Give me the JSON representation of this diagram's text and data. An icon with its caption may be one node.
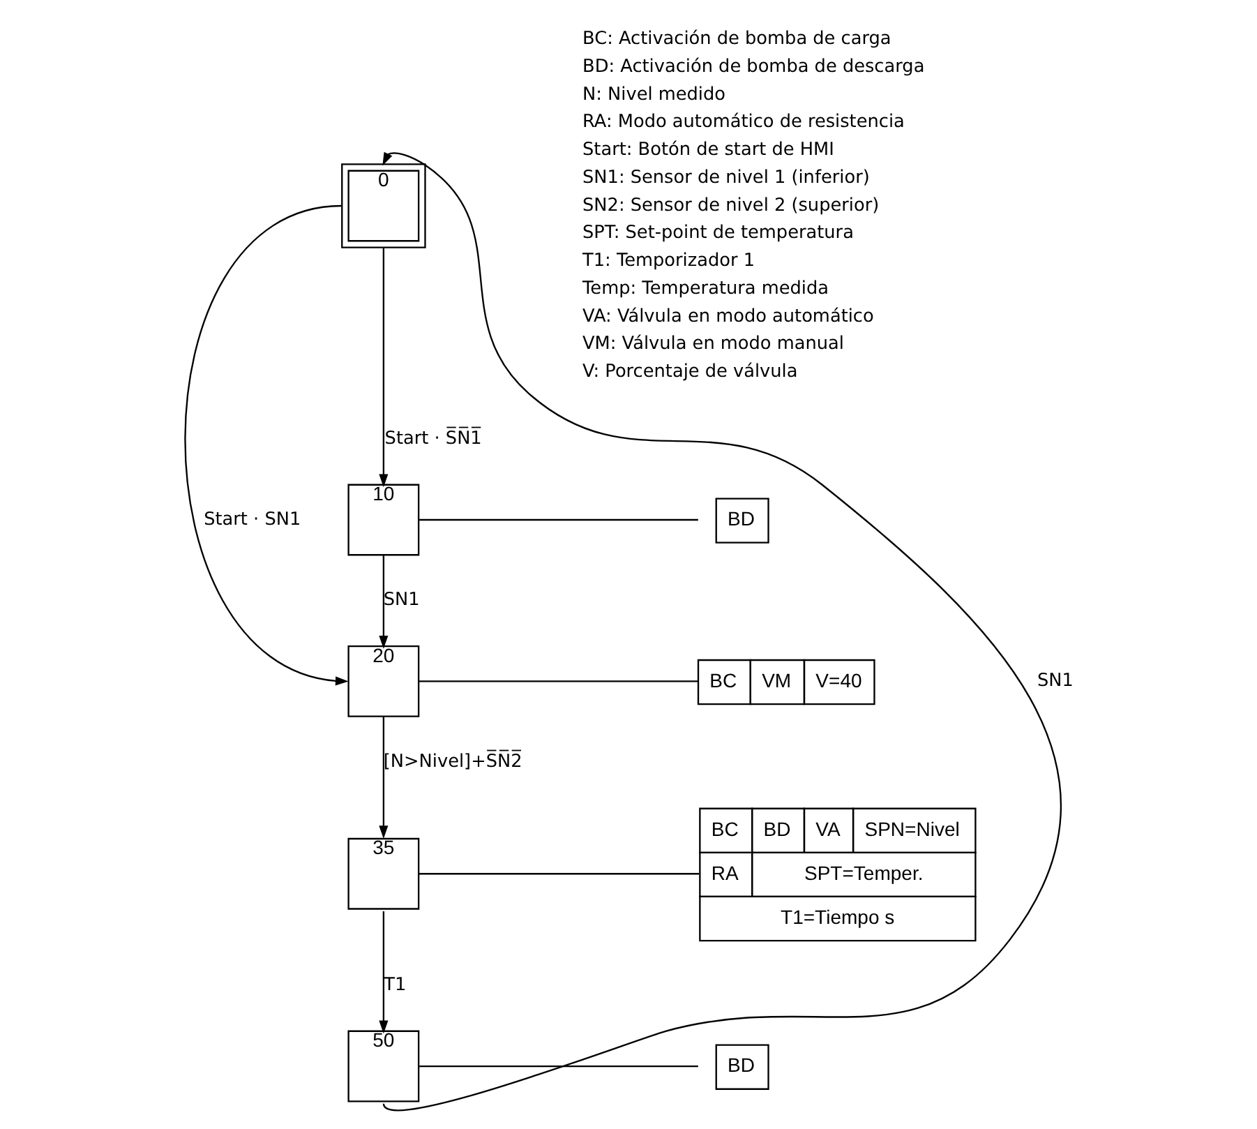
{
  "diagram": {
    "nodes": [
      {
        "text": [
          "0"
        ]
      },
      {
        "text": [
          "10"
        ]
      },
      {
        "text": [
          "BD"
        ]
      },
      {
        "text": [
          "20"
        ]
      },
      {
        "text": [
          "BC",
          "VM",
          "V=40"
        ]
      },
      {
        "text": [
          "35"
        ]
      },
      {
        "text": [
          "BC",
          "BD",
          "VA",
          "SPN=Nivel",
          "RA",
          "SPT=Temper.",
          "T1=Tiempo s"
        ]
      },
      {
        "text": [
          "50"
        ]
      },
      {
        "text": [
          "BD"
        ]
      }
    ],
    "edges": [
      {
        "from": 0,
        "to": 1,
        "arrow": "to",
        "label": "Start · S̅N̅1̅"
      },
      {
        "from": 1,
        "to": 3,
        "arrow": "to",
        "label": "SN1"
      },
      {
        "from": 0,
        "to": 3,
        "arrow": "to",
        "label": "Start · SN1"
      },
      {
        "from": 3,
        "to": 5,
        "arrow": "to",
        "label": "[N>Nivel]+S̅N̅2̅"
      },
      {
        "from": 5,
        "to": 7,
        "arrow": "to",
        "label": "T1"
      },
      {
        "from": 7,
        "to": 0,
        "arrow": "to",
        "label": "SN1"
      },
      {
        "from": 1,
        "to": 2,
        "arrow": "none"
      },
      {
        "from": 3,
        "to": 4,
        "arrow": "none"
      },
      {
        "from": 5,
        "to": 6,
        "arrow": "none"
      },
      {
        "from": 7,
        "to": 8,
        "arrow": "none"
      }
    ],
    "labels": [
      "BC: Activación de bomba de carga",
      "BD: Activación de bomba de descarga",
      "N: Nivel medido",
      "RA: Modo automático de resistencia",
      "Start: Botón de start de HMI",
      "SN1: Sensor de nivel 1 (inferior)",
      "SN2: Sensor de nivel 2 (superior)",
      "SPT: Set-point de temperatura",
      "T1: Temporizador 1",
      "Temp: Temperatura medida",
      "VA: Válvula en modo automático",
      "VM: Válvula en modo manual",
      "V: Porcentaje de válvula"
    ]
  }
}
